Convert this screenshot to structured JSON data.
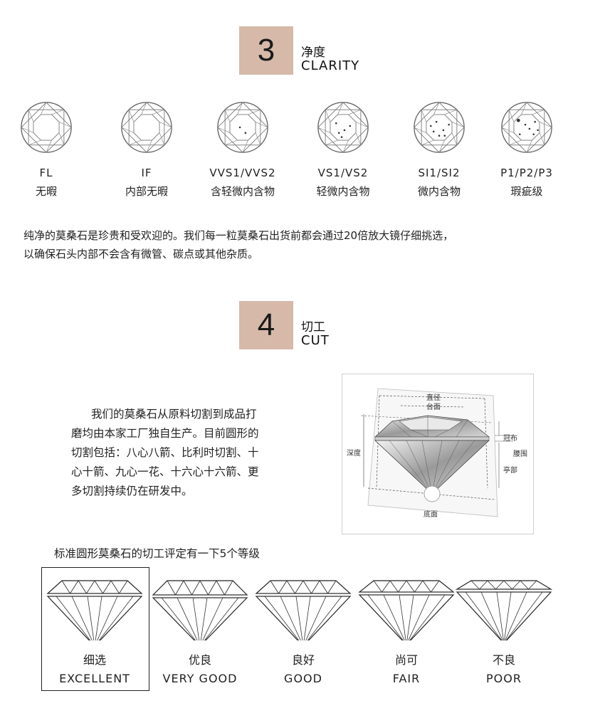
{
  "clarity_section": {
    "number": "3",
    "title_cn": "净度",
    "title_en": "CLARITY",
    "grades": [
      {
        "code": "FL",
        "desc": "无暇",
        "icon": "diamond-top-icon"
      },
      {
        "code": "IF",
        "desc": "内部无暇",
        "icon": "diamond-top-icon"
      },
      {
        "code": "VVS1/VVS2",
        "desc": "含轻微内含物",
        "icon": "diamond-top-icon"
      },
      {
        "code": "VS1/VS2",
        "desc": "轻微内含物",
        "icon": "diamond-top-icon"
      },
      {
        "code": "SI1/SI2",
        "desc": "微内含物",
        "icon": "diamond-top-icon"
      },
      {
        "code": "P1/P2/P3",
        "desc": "瑕疵级",
        "icon": "diamond-top-icon"
      }
    ],
    "paragraph_line1": "纯净的莫桑石是珍贵和受欢迎的。我们每一粒莫桑石出货前都会通过20倍放大镜仔细挑选，",
    "paragraph_line2": "以确保石头内部不会含有微管、碳点或其他杂质。"
  },
  "cut_section": {
    "number": "4",
    "title_cn": "切工",
    "title_en": "CUT",
    "paragraph_lines": [
      "我们的莫桑石从原料切割到成品打",
      "磨均由本家工厂独自生产。目前圆形的",
      "切割包括：八心八箭、比利时切割、十",
      "心十箭、九心一花、十六心十六箭、更",
      "多切割持续仍在研发中。"
    ],
    "diagram_labels": {
      "diameter": "直径",
      "table": "台面",
      "crown": "冠布",
      "girdle": "腰围",
      "pavilion": "亭部",
      "depth": "深度",
      "culet": "底面"
    },
    "grades_intro": "标准圆形莫桑石的切工评定有一下5个等级",
    "grades": [
      {
        "cn": "细选",
        "en": "EXCELLENT",
        "icon": "diamond-side-icon"
      },
      {
        "cn": "优良",
        "en": "VERY GOOD",
        "icon": "diamond-side-icon"
      },
      {
        "cn": "良好",
        "en": "GOOD",
        "icon": "diamond-side-icon"
      },
      {
        "cn": "尚可",
        "en": "FAIR",
        "icon": "diamond-side-icon"
      },
      {
        "cn": "不良",
        "en": "POOR",
        "icon": "diamond-side-icon"
      }
    ]
  },
  "colors": {
    "accent_box": "#d6b9a9",
    "text": "#222222"
  }
}
